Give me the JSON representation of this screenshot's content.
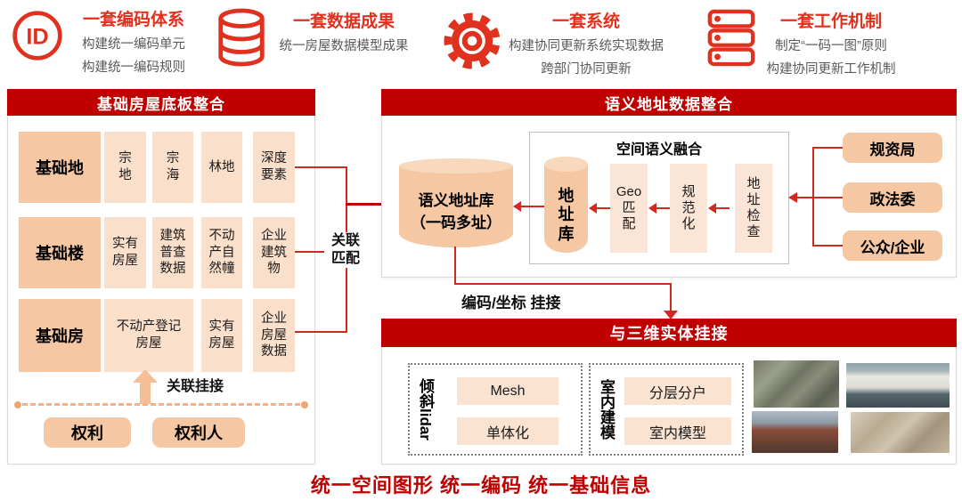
{
  "features": [
    {
      "title": "一套编码体系",
      "line1": "构建统一编码单元",
      "line2": "构建统一编码规则"
    },
    {
      "title": "一套数据成果",
      "line1": "统一房屋数据模型成果"
    },
    {
      "title": "一套系统",
      "line1": "构建协同更新系统实现数据",
      "line2": "跨部门协同更新"
    },
    {
      "title": "一套工作机制",
      "line1": "制定“一码一图”原则",
      "line2": "构建协同更新工作机制"
    }
  ],
  "left_panel": {
    "title": "基础房屋底板整合",
    "row1": {
      "header": "基础地",
      "c1": "宗\n地",
      "c2": "宗\n海",
      "c3": "林地",
      "c4": "深度\n要素"
    },
    "row2": {
      "header": "基础楼",
      "c1": "实有\n房屋",
      "c2": "建筑\n普查\n数据",
      "c3": "不动\n产自\n然幢",
      "c4": "企业\n建筑\n物"
    },
    "row3": {
      "header": "基础房",
      "c1": "不动产登记\n房屋",
      "c2": "实有\n房屋",
      "c3": "企业\n房屋\n数据"
    },
    "link_label": "关联挂接",
    "right1": "权利",
    "right2": "权利人"
  },
  "connector": {
    "match_label": "关联\n匹配",
    "hook_label": "编码/坐标 挂接"
  },
  "semantic_panel": {
    "title": "语义地址数据整合",
    "cylinder": "语义地址库\n（一码多址）",
    "fusion": {
      "title": "空间语义融合",
      "cylinder": "地\n址\n库",
      "step1": "Geo\n匹\n配",
      "step2": "规\n范\n化",
      "step3": "地\n址\n检\n查"
    },
    "source1": "规资局",
    "source2": "政法委",
    "source3": "公众/企业"
  },
  "entity_panel": {
    "title": "与三维实体挂接",
    "group1": {
      "side": "倾斜lidar",
      "box1": "Mesh",
      "box2": "单体化"
    },
    "group2": {
      "side": "室内建模",
      "box1": "分层分户",
      "box2": "室内模型"
    }
  },
  "caption": "统一空间图形 统一编码 统一基础信息",
  "colors": {
    "header_red": "#C00000",
    "bright_red": "#E0301E",
    "peach_dark": "#F5C8A3",
    "peach_light": "#FADFCB",
    "link_orange": "#F4B183"
  }
}
